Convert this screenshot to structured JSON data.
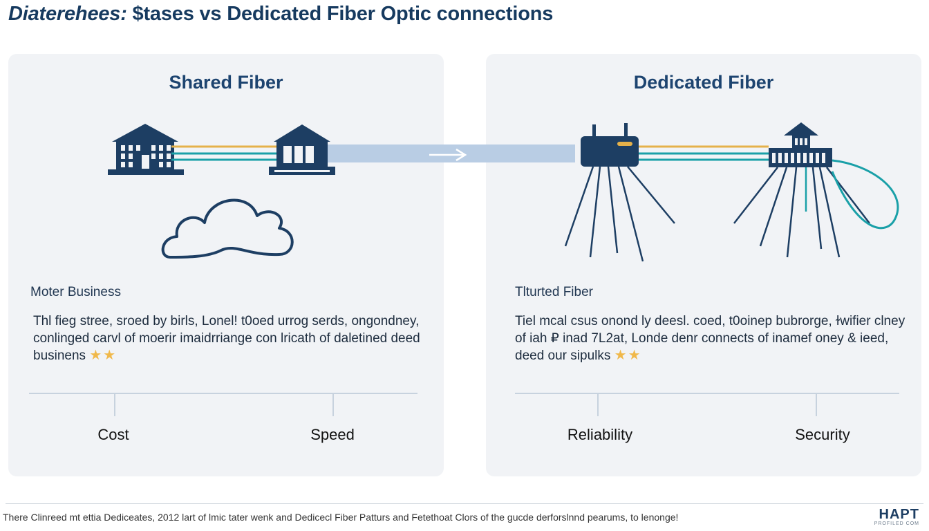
{
  "title": {
    "lead": "Diaterehees:",
    "rest": " $tases vs Dedicated Fiber Optic connections"
  },
  "shared": {
    "heading": "Shared Fiber",
    "section_label": "Moter Business",
    "description": "Thl fieg stree, sroed by birls, Lonel! t0oed urrog serds, ongondney, conlinged carvl of moerir imaidrriange con lricath of daletined deed businens",
    "stars": "★★",
    "metrics": [
      "Cost",
      "Speed"
    ]
  },
  "dedicated": {
    "heading": "Dedicated Fiber",
    "section_label": "Tlturted Fiber",
    "description": "Tiel mcal csus onond ly deesl. coed, t0oinep bubrorge, ɫwifier clney of iah ₽ inad 7L2at, Londe denr connects of inamef oney & ieed, deed our sipulks",
    "stars": "★★",
    "metrics": [
      "Reliability",
      "Security"
    ]
  },
  "footer": {
    "text": "There Clinreed mt ettia Dedicеates, 2012 lart of lmic tater wenk and Dedicecl Fiber Patturs and Fetethoat Clors of the gucde derforslnnd pearums, to lenonge!",
    "brand": "HAPT",
    "brand_sub": "PROFILED COM"
  },
  "colors": {
    "navy": "#1d3e63",
    "teal": "#1aa0a8",
    "gold": "#e5b14a",
    "arrow": "#b9cde4"
  }
}
